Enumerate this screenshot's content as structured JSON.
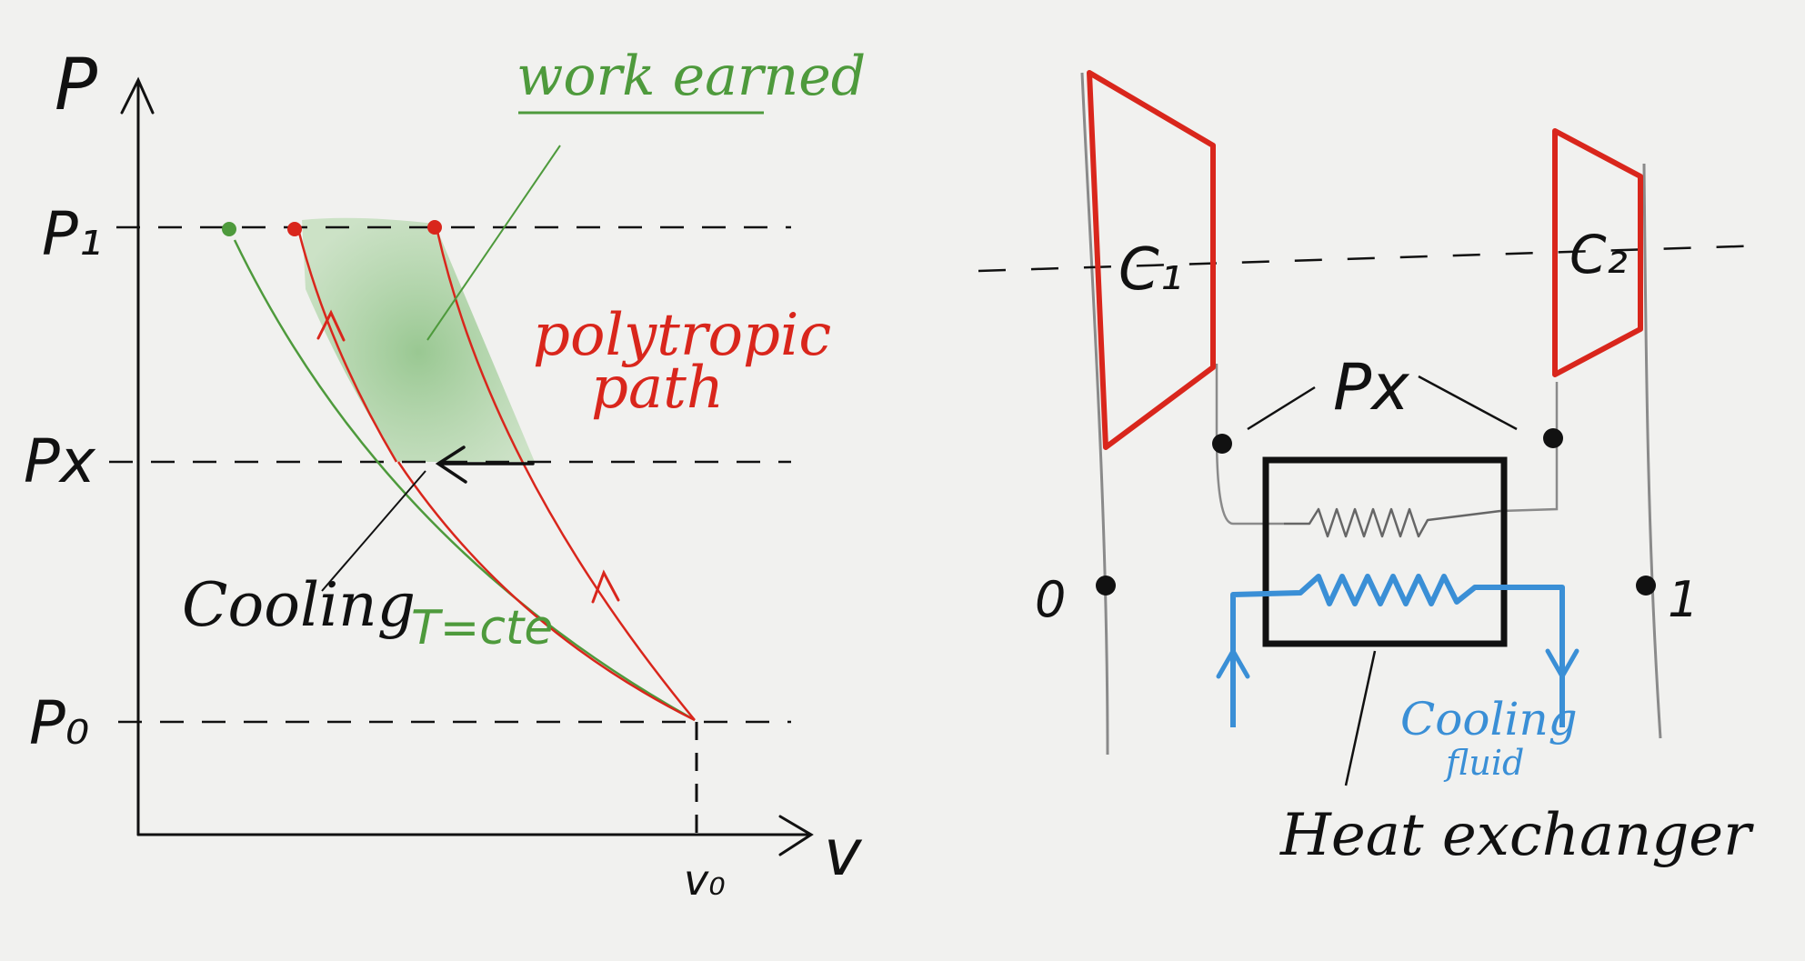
{
  "pv_diagram": {
    "axis_y_label": "P",
    "axis_x_label": "v",
    "p1_label": "P₁",
    "px_label": "Px",
    "p0_label": "P₀",
    "v0_label": "v₀",
    "work_label": "work earned",
    "polytropic_label_line1": "polytropic",
    "polytropic_label_line2": "path",
    "cooling_label": "Cooling",
    "isotherm_label": "T=cte",
    "colors": {
      "ink": "#111111",
      "green": "#4e9a3c",
      "red": "#d9261c",
      "shade": "#7cba73"
    }
  },
  "schematic": {
    "c1_label": "C₁",
    "c2_label": "C₂",
    "px_label": "Px",
    "station0_label": "0",
    "station1_label": "1",
    "cooling_line1": "Cooling",
    "cooling_line2": "fluid",
    "heat_exchanger_label": "Heat exchanger",
    "colors": {
      "casing": "#d9261c",
      "duct": "#8a8a8a",
      "ink": "#111111",
      "fluid": "#3a8fd6"
    }
  }
}
